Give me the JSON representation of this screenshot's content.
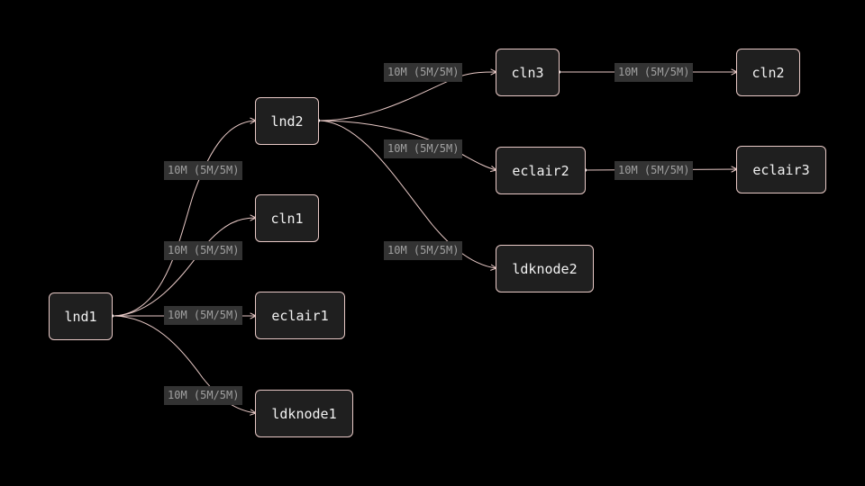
{
  "diagram": {
    "colors": {
      "background": "#000000",
      "node_fill": "#1f1f1f",
      "node_border": "#e8c9c6",
      "edge": "#e8c9c6",
      "label_fill": "#333333",
      "label_text": "#a0a0a0"
    },
    "nodes": {
      "lnd1": "lnd1",
      "lnd2": "lnd2",
      "cln1": "cln1",
      "eclair1": "eclair1",
      "ldknode1": "ldknode1",
      "cln3": "cln3",
      "eclair2": "eclair2",
      "ldknode2": "ldknode2",
      "cln2": "cln2",
      "eclair3": "eclair3"
    },
    "edges": [
      {
        "from": "lnd1",
        "to": "lnd2",
        "label": "10M (5M/5M)"
      },
      {
        "from": "lnd1",
        "to": "cln1",
        "label": "10M (5M/5M)"
      },
      {
        "from": "lnd1",
        "to": "eclair1",
        "label": "10M (5M/5M)"
      },
      {
        "from": "lnd1",
        "to": "ldknode1",
        "label": "10M (5M/5M)"
      },
      {
        "from": "lnd2",
        "to": "cln3",
        "label": "10M (5M/5M)"
      },
      {
        "from": "lnd2",
        "to": "eclair2",
        "label": "10M (5M/5M)"
      },
      {
        "from": "lnd2",
        "to": "ldknode2",
        "label": "10M (5M/5M)"
      },
      {
        "from": "cln3",
        "to": "cln2",
        "label": "10M (5M/5M)"
      },
      {
        "from": "eclair2",
        "to": "eclair3",
        "label": "10M (5M/5M)"
      }
    ]
  }
}
